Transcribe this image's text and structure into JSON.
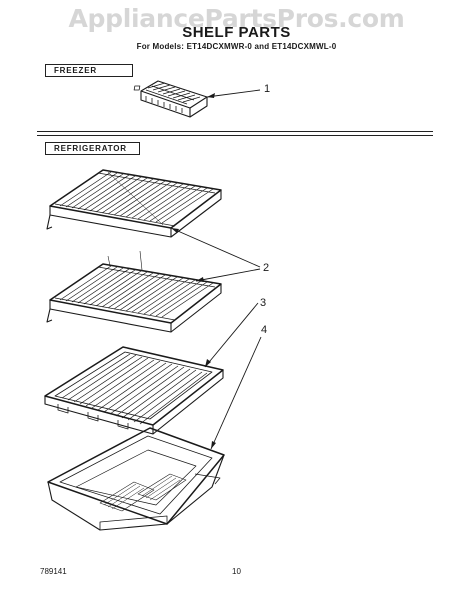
{
  "watermark": "AppliancePartsPros.com",
  "title": "SHELF PARTS",
  "subtitle": "For Models: ET14DCXMWR-0 and ET14DCXMWL-0",
  "sections": {
    "freezer": "FREEZER",
    "refrigerator": "REFRIGERATOR"
  },
  "callouts": [
    "1",
    "2",
    "3",
    "4"
  ],
  "footer": {
    "code": "789141",
    "page": "10"
  }
}
